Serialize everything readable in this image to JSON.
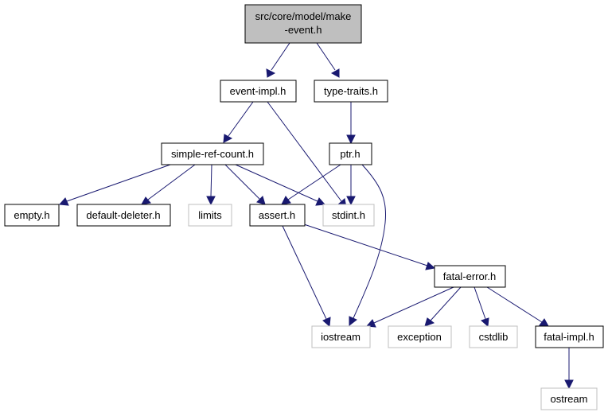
{
  "colors": {
    "edge": "#191970",
    "root_fill": "#bfbfbf",
    "node_border": "#000000",
    "external_border": "#bfbfbf",
    "background": "#ffffff"
  },
  "nodes": {
    "root": {
      "line1": "src/core/model/make",
      "line2": "-event.h",
      "kind": "root"
    },
    "event_impl": {
      "label": "event-impl.h",
      "kind": "internal"
    },
    "type_traits": {
      "label": "type-traits.h",
      "kind": "internal"
    },
    "simple_ref_count": {
      "label": "simple-ref-count.h",
      "kind": "internal"
    },
    "ptr": {
      "label": "ptr.h",
      "kind": "internal"
    },
    "empty": {
      "label": "empty.h",
      "kind": "internal"
    },
    "default_deleter": {
      "label": "default-deleter.h",
      "kind": "internal"
    },
    "limits": {
      "label": "limits",
      "kind": "external"
    },
    "assert": {
      "label": "assert.h",
      "kind": "internal"
    },
    "stdint": {
      "label": "stdint.h",
      "kind": "external"
    },
    "fatal_error": {
      "label": "fatal-error.h",
      "kind": "internal"
    },
    "iostream": {
      "label": "iostream",
      "kind": "external"
    },
    "exception": {
      "label": "exception",
      "kind": "external"
    },
    "cstdlib": {
      "label": "cstdlib",
      "kind": "external"
    },
    "fatal_impl": {
      "label": "fatal-impl.h",
      "kind": "internal"
    },
    "ostream": {
      "label": "ostream",
      "kind": "external"
    }
  },
  "edges": [
    {
      "from": "root",
      "to": "event_impl"
    },
    {
      "from": "root",
      "to": "type_traits"
    },
    {
      "from": "event_impl",
      "to": "simple_ref_count"
    },
    {
      "from": "event_impl",
      "to": "stdint"
    },
    {
      "from": "type_traits",
      "to": "ptr"
    },
    {
      "from": "simple_ref_count",
      "to": "empty"
    },
    {
      "from": "simple_ref_count",
      "to": "default_deleter"
    },
    {
      "from": "simple_ref_count",
      "to": "limits"
    },
    {
      "from": "simple_ref_count",
      "to": "assert"
    },
    {
      "from": "simple_ref_count",
      "to": "stdint"
    },
    {
      "from": "ptr",
      "to": "assert"
    },
    {
      "from": "ptr",
      "to": "stdint"
    },
    {
      "from": "ptr",
      "to": "iostream"
    },
    {
      "from": "assert",
      "to": "fatal_error"
    },
    {
      "from": "assert",
      "to": "iostream"
    },
    {
      "from": "fatal_error",
      "to": "iostream"
    },
    {
      "from": "fatal_error",
      "to": "exception"
    },
    {
      "from": "fatal_error",
      "to": "cstdlib"
    },
    {
      "from": "fatal_error",
      "to": "fatal_impl"
    },
    {
      "from": "fatal_impl",
      "to": "ostream"
    }
  ]
}
